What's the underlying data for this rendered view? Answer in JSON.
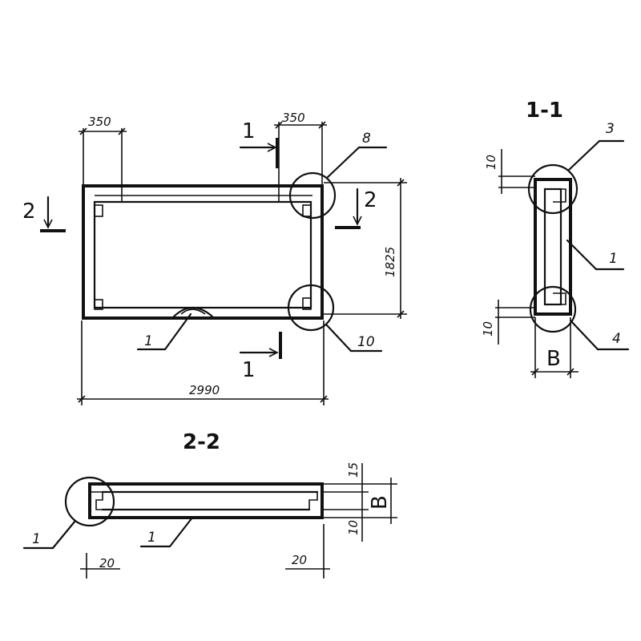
{
  "plan": {
    "dim_left_350": "350",
    "dim_right_350": "350",
    "dim_overall_length": "2990",
    "dim_height": "1825",
    "cut_1_top": "1",
    "cut_1_bottom": "1",
    "cut_2_left": "2",
    "cut_2_right": "2",
    "callout_1": "1",
    "callout_8": "8",
    "callout_10": "10"
  },
  "section_1_1": {
    "title": "1-1",
    "dim_top": "10",
    "dim_bottom": "10",
    "dim_width": "B",
    "callout_3": "3",
    "callout_1": "1",
    "callout_4": "4"
  },
  "section_2_2": {
    "title": "2-2",
    "dim_15": "15",
    "dim_B": "B",
    "dim_10": "10",
    "dim_20_left": "20",
    "dim_20_right": "20",
    "callout_1_left": "1",
    "callout_1_mid": "1"
  }
}
